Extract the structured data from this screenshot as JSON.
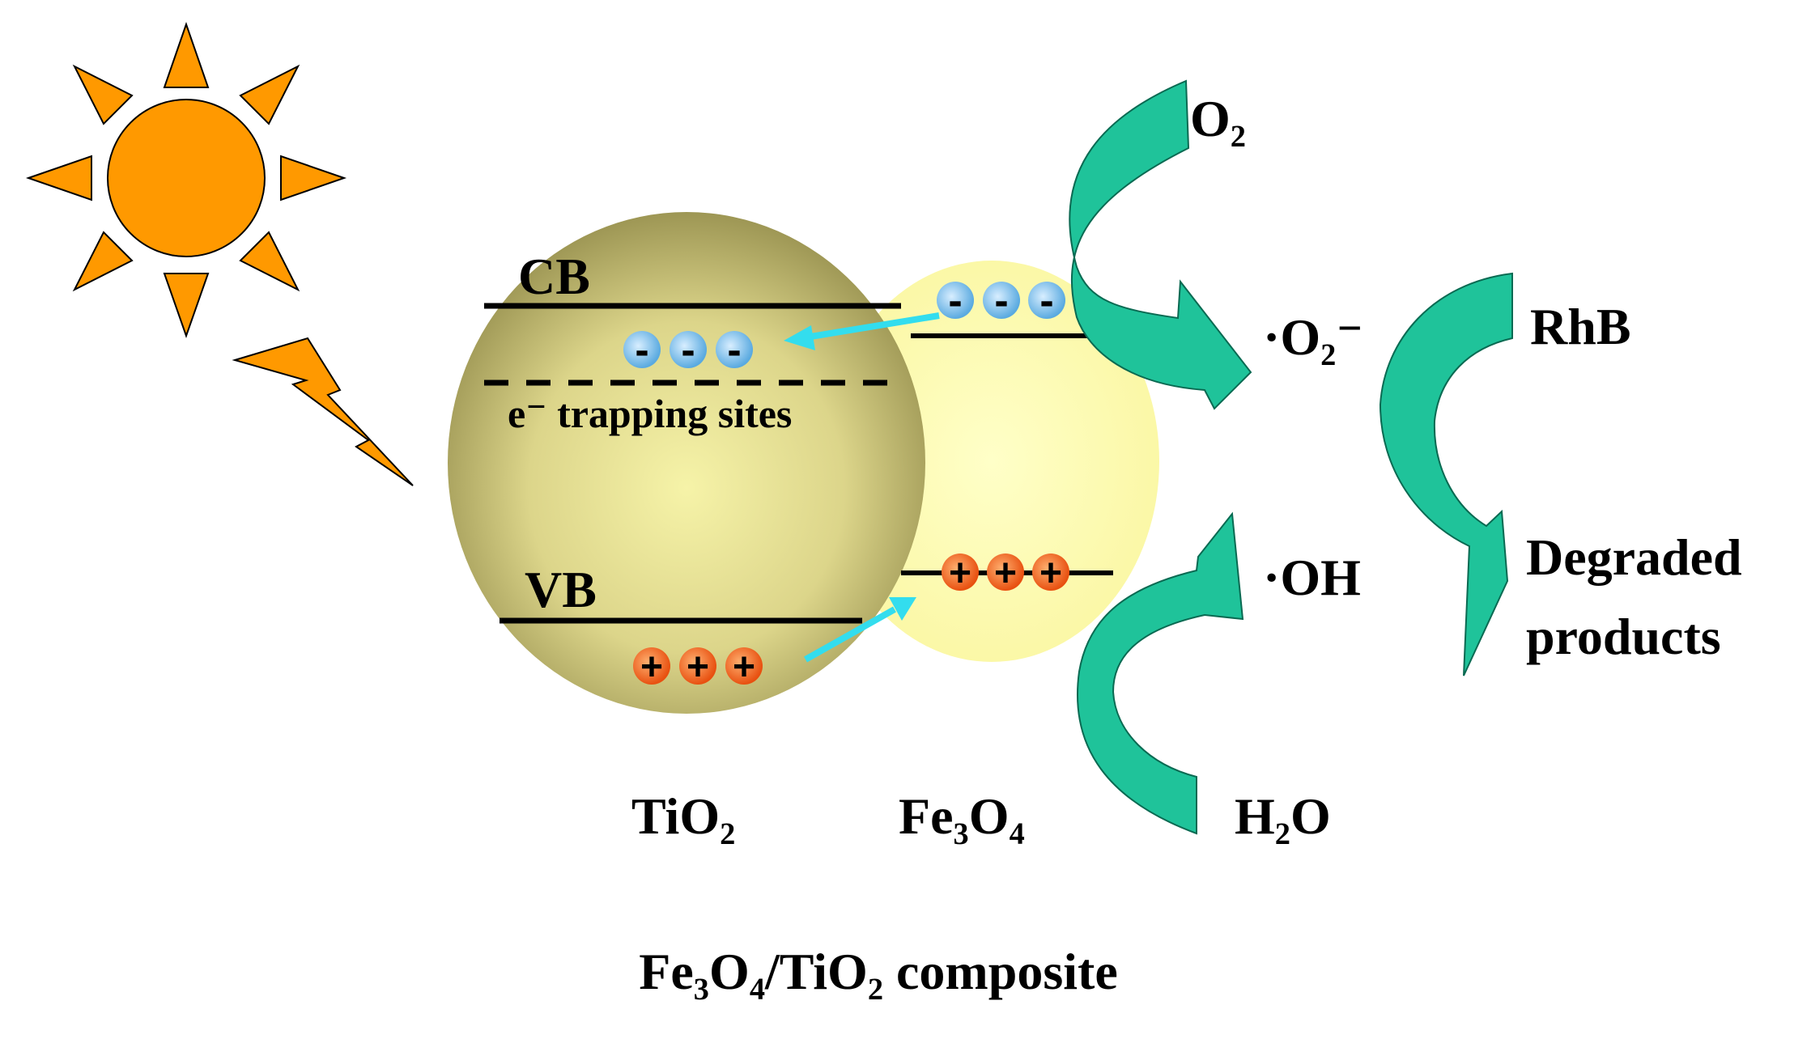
{
  "diagram": {
    "labels": {
      "cb": "CB",
      "vb": "VB",
      "trapping_sites": "e⁻ trapping sites",
      "tio2": "TiO₂",
      "fe3o4": "Fe₃O₄",
      "o2": "O₂",
      "superoxide": "·O₂⁻",
      "hydroxyl": "·OH",
      "h2o": "H₂O",
      "rhb": "RhB",
      "degraded_line1": "Degraded",
      "degraded_line2": "products",
      "composite": "Fe₃O₄/TiO₂ composite"
    },
    "particles": {
      "electron_symbol": "-",
      "hole_symbol": "+"
    },
    "icons": [
      "sun-icon",
      "lightning-icon"
    ],
    "colors": {
      "sun": "#FF9900",
      "tio2_sphere": "#B8B070",
      "fe3o4_sphere": "#FFFFAA",
      "curved_arrows": "#1FC39A",
      "electron": "#6FB8E6",
      "hole": "#F26522",
      "transfer_arrow": "#33DDEE"
    }
  }
}
